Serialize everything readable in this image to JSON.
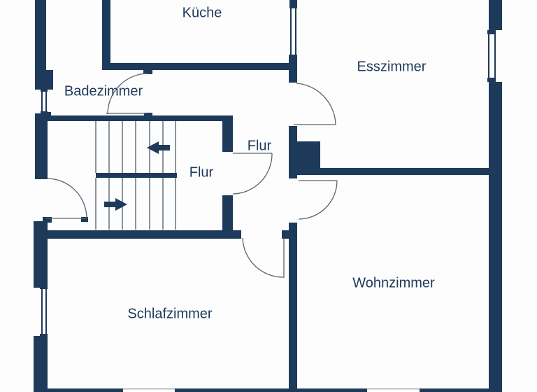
{
  "meta": {
    "kind": "floor-plan",
    "language": "de"
  },
  "colors": {
    "wall": "#1e3a5a",
    "background": "#fdfdfd",
    "thin_line": "#59626e",
    "stair_line": "#3f4f61",
    "window_gap_line": "#9aa1a8",
    "text": "#1e3a5a"
  },
  "rooms": [
    {
      "id": "kueche",
      "label": "Küche"
    },
    {
      "id": "esszimmer",
      "label": "Esszimmer"
    },
    {
      "id": "badezimmer",
      "label": "Badezimmer"
    },
    {
      "id": "flur-oben",
      "label": "Flur"
    },
    {
      "id": "flur-treppe",
      "label": "Flur"
    },
    {
      "id": "schlafzimmer",
      "label": "Schlafzimmer"
    },
    {
      "id": "wohnzimmer",
      "label": "Wohnzimmer"
    }
  ],
  "doors": [
    {
      "id": "badezimmer-door",
      "between": [
        "badezimmer",
        "flur-oben"
      ]
    },
    {
      "id": "entry-door",
      "between": [
        "outside",
        "flur-treppe"
      ]
    },
    {
      "id": "flur-door",
      "between": [
        "flur-treppe",
        "flur-oben"
      ]
    },
    {
      "id": "esszimmer-door",
      "between": [
        "flur-oben",
        "esszimmer"
      ]
    },
    {
      "id": "wohnzimmer-door",
      "between": [
        "flur-oben",
        "wohnzimmer"
      ]
    },
    {
      "id": "schlafzimmer-door",
      "between": [
        "flur-oben",
        "schlafzimmer"
      ]
    }
  ],
  "windows": [
    {
      "id": "window-left-upper",
      "wall": "left"
    },
    {
      "id": "window-left-lower",
      "wall": "left"
    },
    {
      "id": "window-esszimmer-left",
      "wall": "kueche-esszimmer"
    },
    {
      "id": "window-esszimmer-right",
      "wall": "right"
    },
    {
      "id": "window-schlafzimmer-bottom",
      "wall": "bottom"
    },
    {
      "id": "window-wohnzimmer-bottom",
      "wall": "bottom"
    }
  ],
  "stairs": {
    "flights": 2,
    "up_arrow": "left",
    "down_arrow": "right",
    "treads_per_flight": 6
  },
  "chimney": {
    "present": true,
    "location": "between esszimmer and flur"
  }
}
